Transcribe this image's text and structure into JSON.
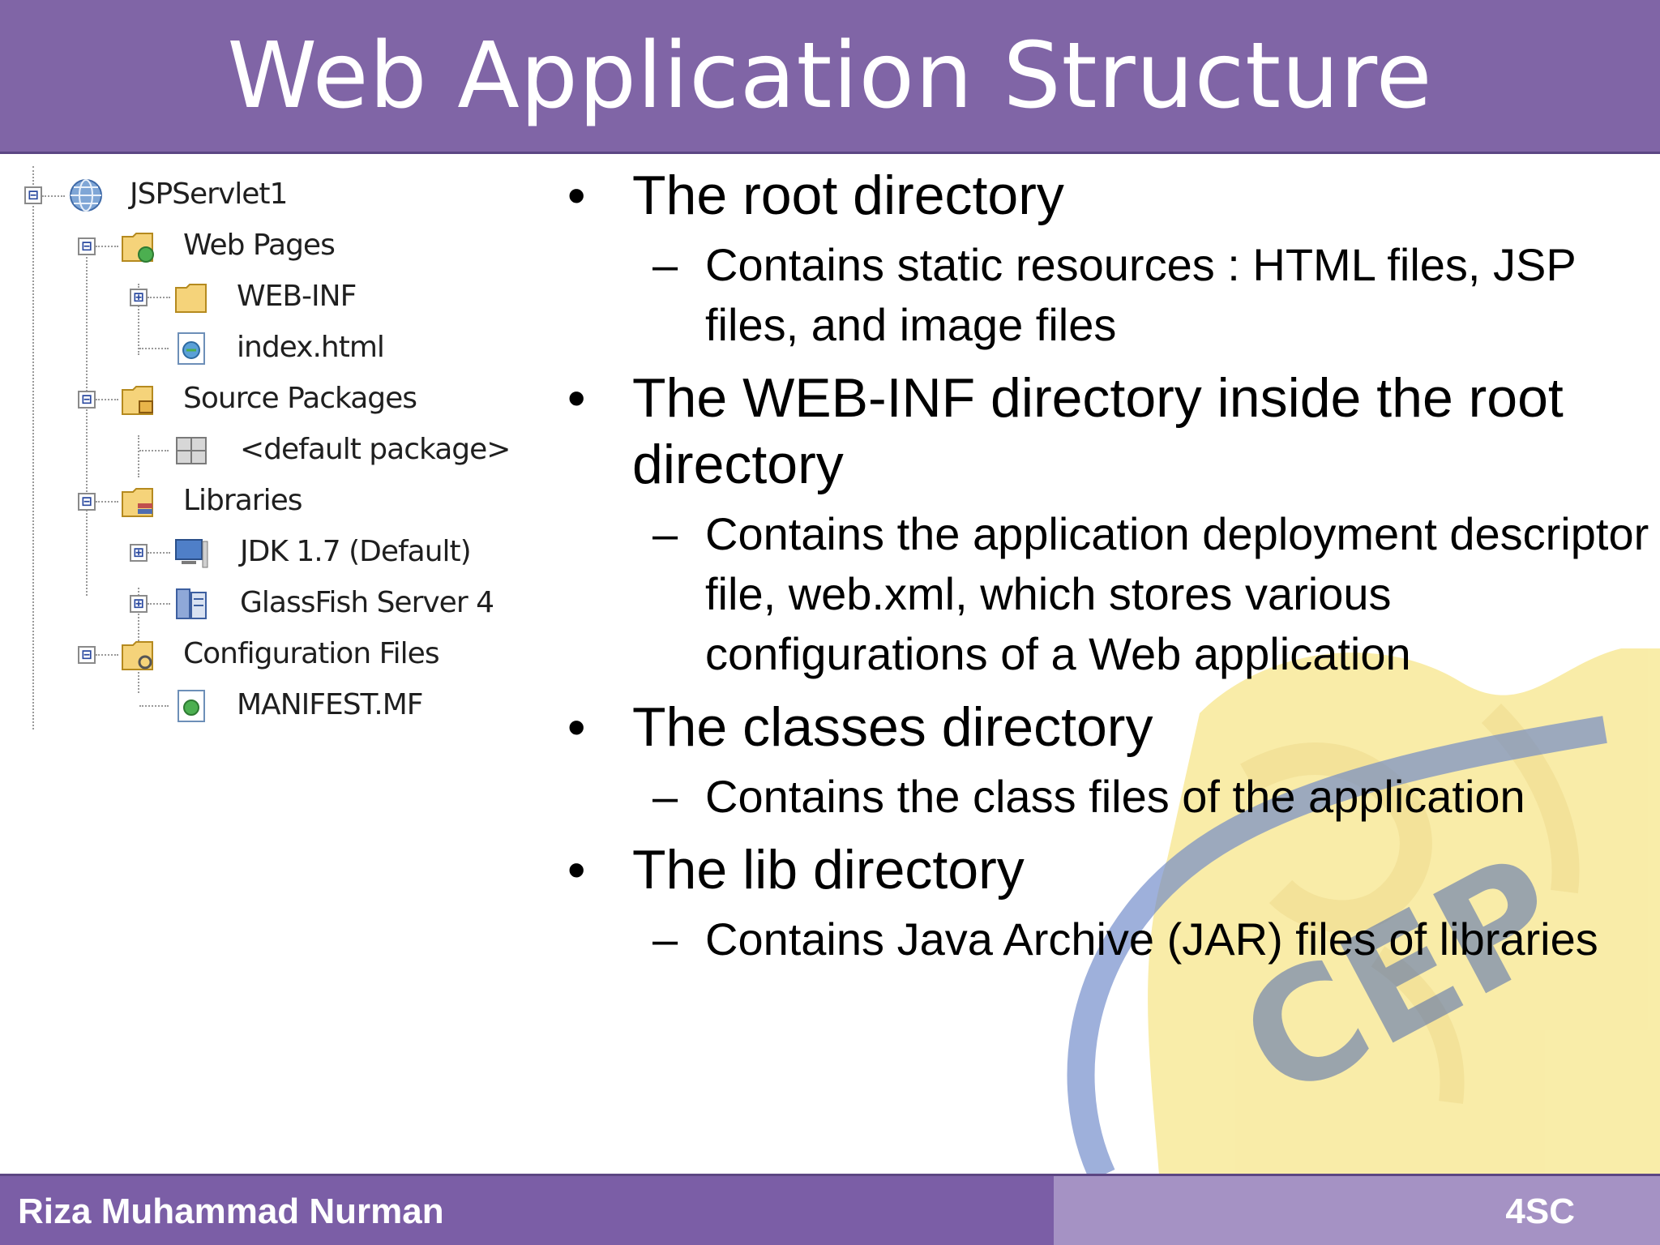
{
  "slide": {
    "title": "Web Application Structure"
  },
  "tree": {
    "nodes": [
      {
        "label": "JSPServlet1",
        "icon": "globe-icon",
        "expander": "⊟"
      },
      {
        "label": "Web Pages",
        "icon": "web-folder-icon",
        "expander": "⊟"
      },
      {
        "label": "WEB-INF",
        "icon": "folder-icon",
        "expander": "⊞"
      },
      {
        "label": "index.html",
        "icon": "html-file-icon",
        "expander": ""
      },
      {
        "label": "Source Packages",
        "icon": "package-folder-icon",
        "expander": "⊟"
      },
      {
        "label": "<default package>",
        "icon": "package-icon",
        "expander": ""
      },
      {
        "label": "Libraries",
        "icon": "library-folder-icon",
        "expander": "⊟"
      },
      {
        "label": "JDK 1.7 (Default)",
        "icon": "jdk-icon",
        "expander": "⊞"
      },
      {
        "label": "GlassFish Server 4",
        "icon": "server-library-icon",
        "expander": "⊞"
      },
      {
        "label": "Configuration Files",
        "icon": "config-folder-icon",
        "expander": "⊟"
      },
      {
        "label": "MANIFEST.MF",
        "icon": "manifest-file-icon",
        "expander": ""
      }
    ]
  },
  "bullets": [
    {
      "text": "The root directory",
      "sub": [
        "Contains static resources : HTML files, JSP files, and image files"
      ]
    },
    {
      "text": "The WEB-INF directory inside the root directory",
      "sub": [
        "Contains the application deployment descriptor file, web.xml, which stores various configurations of a Web application"
      ]
    },
    {
      "text": "The classes directory",
      "sub": [
        "Contains the class files of the application"
      ]
    },
    {
      "text": "The lib directory",
      "sub": [
        "Contains Java Archive (JAR) files of libraries"
      ]
    }
  ],
  "footer": {
    "author": "Riza Muhammad Nurman",
    "code": "4SC"
  },
  "colors": {
    "header": "#8065a6",
    "footer_left": "#7b5ea6",
    "footer_right": "#a592c4"
  }
}
